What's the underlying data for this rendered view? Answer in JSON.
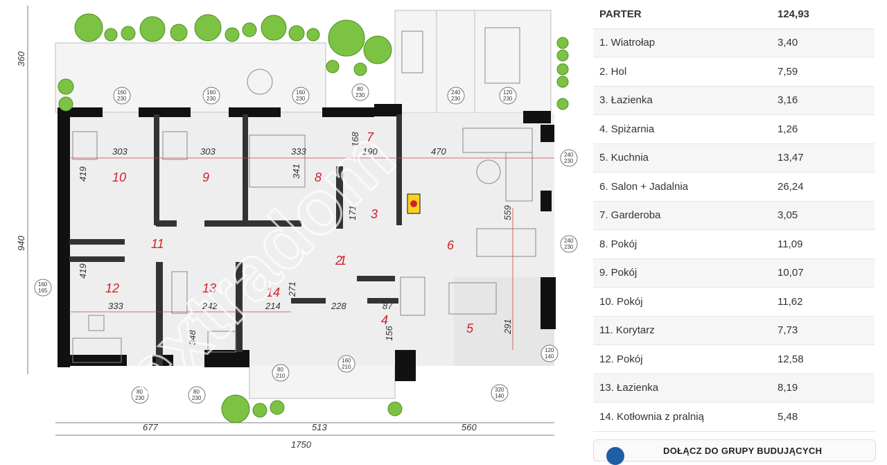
{
  "plan": {
    "room_numbers": [
      "1",
      "2",
      "3",
      "4",
      "5",
      "6",
      "7",
      "8",
      "9",
      "10",
      "11",
      "12",
      "13",
      "14"
    ],
    "dims": {
      "top_left": "360",
      "left_main": "940",
      "bottom_a": "677",
      "bottom_b": "513",
      "bottom_c": "560",
      "bottom_total": "1750",
      "d303a": "303",
      "d303b": "303",
      "d333a": "333",
      "d168": "168",
      "d190": "190",
      "d470": "470",
      "d419a": "419",
      "d341": "341",
      "d171": "171",
      "d559": "559",
      "d419b": "419",
      "d333b": "333",
      "d242": "242",
      "d214": "214",
      "d271": "271",
      "d228": "228",
      "d87": "87",
      "d156": "156",
      "d348": "348",
      "d291": "291"
    },
    "window_tags": [
      {
        "top": "160",
        "bottom": "230"
      },
      {
        "top": "160",
        "bottom": "230"
      },
      {
        "top": "160",
        "bottom": "230"
      },
      {
        "top": "80",
        "bottom": "230"
      },
      {
        "top": "240",
        "bottom": "230"
      },
      {
        "top": "120",
        "bottom": "230"
      },
      {
        "top": "240",
        "bottom": "230"
      },
      {
        "top": "240",
        "bottom": "230"
      },
      {
        "top": "160",
        "bottom": "165"
      },
      {
        "top": "120",
        "bottom": "140"
      },
      {
        "top": "80",
        "bottom": "210"
      },
      {
        "top": "160",
        "bottom": "210"
      },
      {
        "top": "80",
        "bottom": "230"
      },
      {
        "top": "80",
        "bottom": "230"
      },
      {
        "top": "320",
        "bottom": "140"
      }
    ],
    "watermark": "extradom"
  },
  "areas": {
    "header": {
      "name": "PARTER",
      "value": "124,93"
    },
    "rows": [
      {
        "name": "1. Wiatrołap",
        "value": "3,40"
      },
      {
        "name": "2. Hol",
        "value": "7,59"
      },
      {
        "name": "3. Łazienka",
        "value": "3,16"
      },
      {
        "name": "4. Spiżarnia",
        "value": "1,26"
      },
      {
        "name": "5. Kuchnia",
        "value": "13,47"
      },
      {
        "name": "6. Salon + Jadalnia",
        "value": "26,24"
      },
      {
        "name": "7. Garderoba",
        "value": "3,05"
      },
      {
        "name": "8. Pokój",
        "value": "11,09"
      },
      {
        "name": "9. Pokój",
        "value": "10,07"
      },
      {
        "name": "10. Pokój",
        "value": "11,62"
      },
      {
        "name": "11. Korytarz",
        "value": "7,73"
      },
      {
        "name": "12. Pokój",
        "value": "12,58"
      },
      {
        "name": "13. Łazienka",
        "value": "8,19"
      },
      {
        "name": "14. Kotłownia z pralnią",
        "value": "5,48"
      }
    ]
  },
  "cta": {
    "label": "DOŁĄCZ DO GRUPY BUDUJĄCYCH"
  },
  "colors": {
    "accent": "#d1202a",
    "wall": "#111111",
    "floor": "#eeeeee",
    "tree": "#7cc243"
  }
}
